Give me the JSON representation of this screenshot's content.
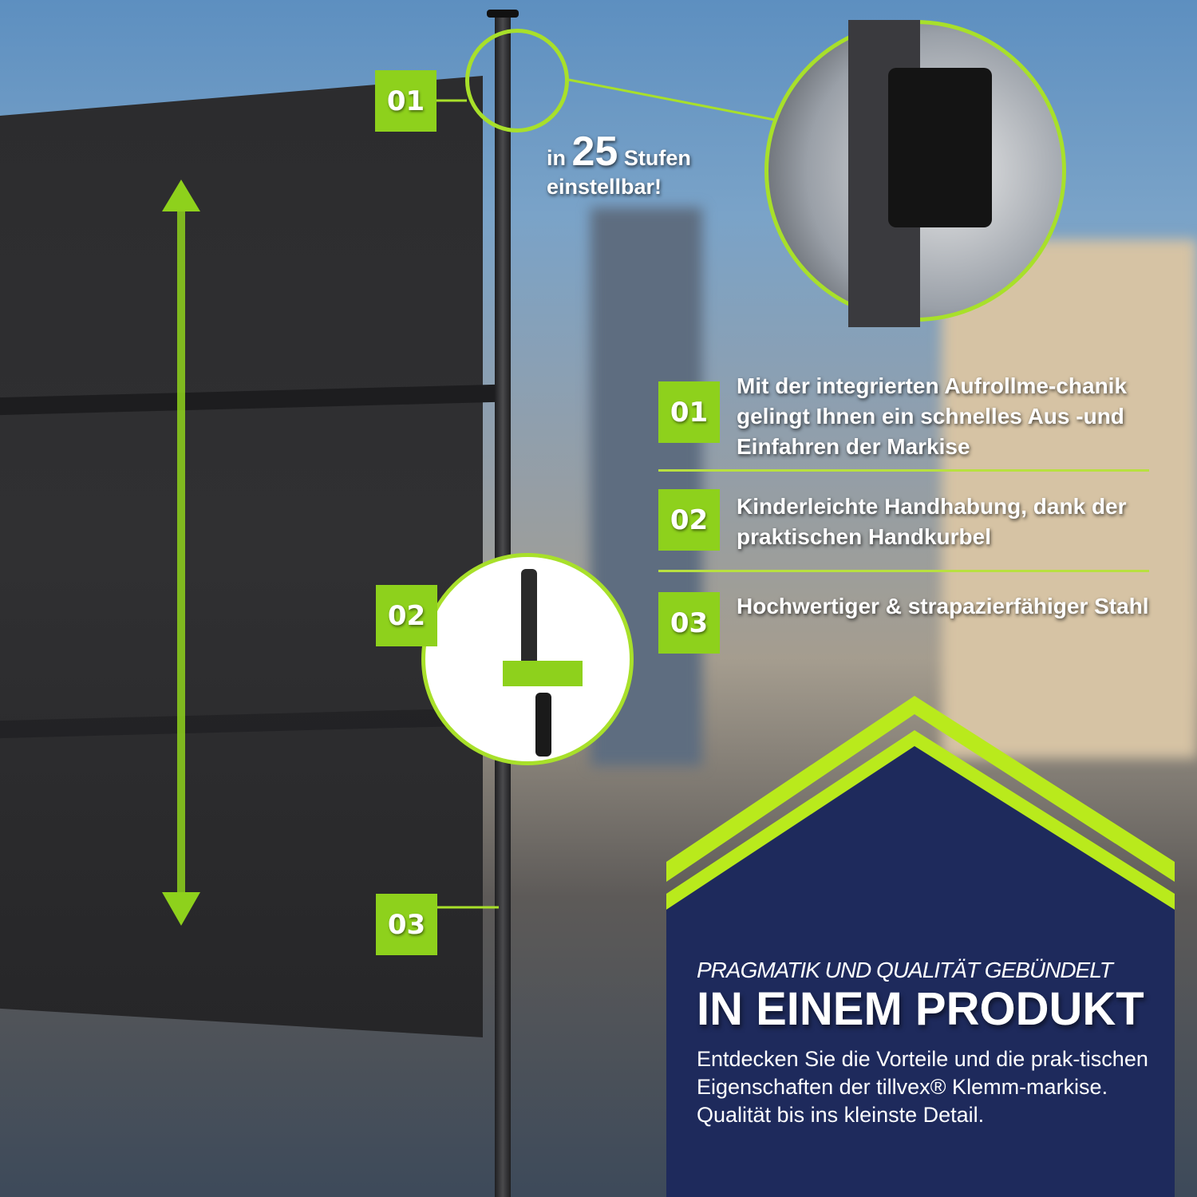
{
  "callouts": {
    "label_01": "01",
    "label_02": "02",
    "label_03": "03"
  },
  "steps_note": {
    "prefix": "in",
    "number": "25",
    "suffix": "Stufen",
    "line2": "einstellbar!"
  },
  "features": [
    {
      "number": "01",
      "text": "Mit der integrierten Aufrollme-chanik gelingt Ihnen ein schnelles Aus -und Einfahren der Markise"
    },
    {
      "number": "02",
      "text": "Kinderleichte Handhabung, dank der praktischen Handkurbel"
    },
    {
      "number": "03",
      "text": "Hochwertiger & strapazierfähiger Stahl"
    }
  ],
  "promo": {
    "subtitle": "PRAGMATIK UND QUALITÄT GEBÜNDELT",
    "title": "IN EINEM PRODUKT",
    "body": "Entdecken Sie die Vorteile und die prak-tischen Eigenschaften der tillvex® Klemm-markise. Qualität bis ins kleinste Detail."
  },
  "colors": {
    "accent": "#8ed11c",
    "navy": "#1e2a5c"
  }
}
